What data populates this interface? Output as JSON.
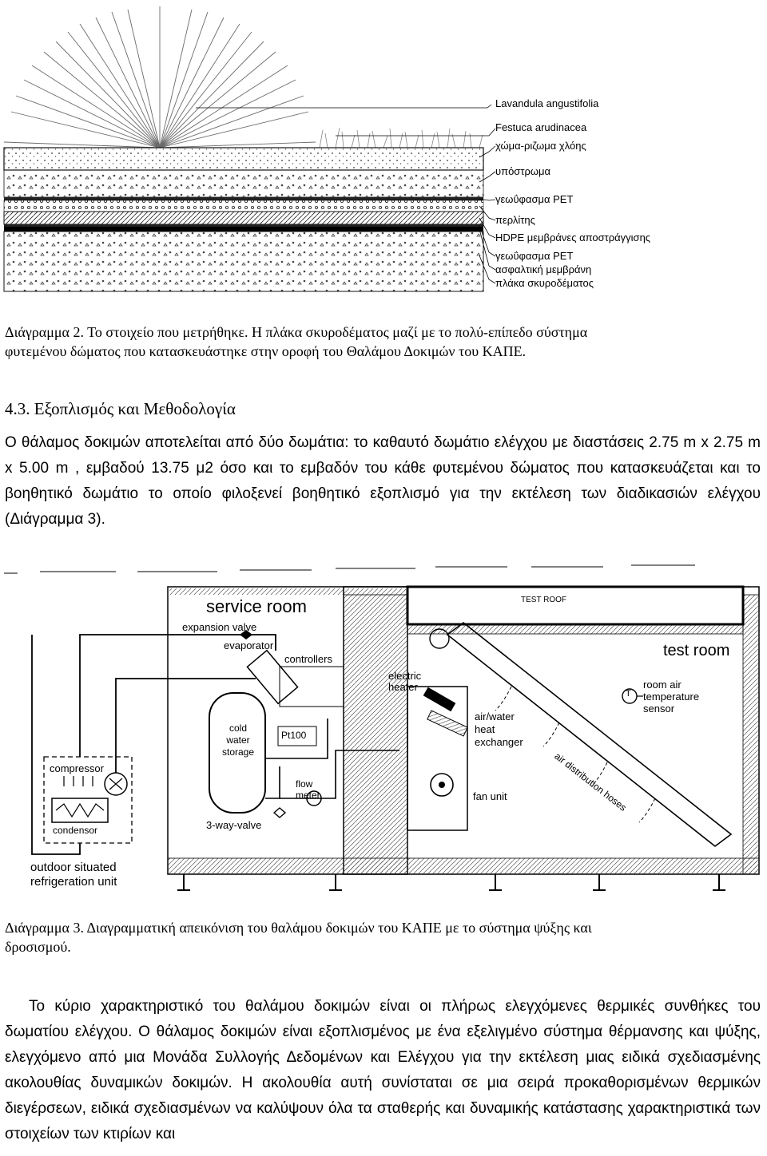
{
  "figure2": {
    "layers": [
      "Lavandula angustifolia",
      "Festuca arudinacea",
      "χώμα-ριζωμα χλόης",
      "υπόστρωμα",
      "γεωΰφασμα PET",
      "περλίτης",
      "HDPE μεμβράνες αποστράγγισης",
      "γεωΰφασμα PET",
      "ασφαλτική μεμβράνη",
      "πλάκα σκυροδέματος"
    ]
  },
  "caption2": {
    "line1": "Διάγραμμα 2. Το στοιχείο που μετρήθηκε. Η πλάκα σκυροδέματος μαζί με το πολύ-επίπεδο σύστημα",
    "line2": "φυτεμένου δώματος που κατασκευάστηκε στην οροφή του Θαλάμου Δοκιμών του ΚΑΠΕ."
  },
  "section": {
    "heading": "4.3. Εξοπλισμός και Μεθοδολογία",
    "paragraph": "Ο θάλαμος δοκιμών αποτελείται από δύο δωμάτια: το καθαυτό δωμάτιο ελέγχου με διαστάσεις 2.75 m x 2.75 m x 5.00 m , εμβαδού 13.75 μ2 όσο και το εμβαδόν του κάθε φυτεμένου δώματος που κατασκευάζεται και το βοηθητικό δωμάτιο το οποίο φιλοξενεί βοηθητικό εξοπλισμό για την εκτέλεση των διαδικασιών ελέγχου (Διάγραμμα 3)."
  },
  "figure3": {
    "service_room": "service room",
    "test_room": "test room",
    "test_roof": "TEST ROOF",
    "expansion_valve": "expansion valve",
    "evaporator": "evaporator",
    "controllers": "controllers",
    "electric_heater_1": "electric",
    "electric_heater_2": "heater",
    "cold_water_1": "cold",
    "cold_water_2": "water",
    "cold_water_3": "storage",
    "pt100": "Pt100",
    "flow_meter_1": "flow",
    "flow_meter_2": "meter",
    "three_way_valve": "3-way-valve",
    "compressor": "compressor",
    "condensor": "condensor",
    "air_water_1": "air/water",
    "air_water_2": "heat",
    "air_water_3": "exchanger",
    "fan_unit": "fan unit",
    "air_distribution": "air distribution hoses",
    "room_air_1": "room air",
    "room_air_2": "temperature",
    "room_air_3": "sensor",
    "sensor_symbol": "T",
    "outdoor_1": "outdoor situated",
    "outdoor_2": "refrigeration unit"
  },
  "caption3": {
    "line1": "Διάγραμμα 3. Διαγραμματική απεικόνιση του θαλάμου δοκιμών του ΚΑΠΕ με το σύστημα ψύξης και",
    "line2": "δροσισμού."
  },
  "final": {
    "paragraph": "Το κύριο χαρακτηριστικό του θαλάμου δοκιμών είναι οι πλήρως ελεγχόμενες θερμικές συνθήκες του δωματίου ελέγχου. Ο θάλαμος δοκιμών είναι εξοπλισμένος με ένα εξελιγμένο σύστημα θέρμανσης και ψύξης, ελεγχόμενο από μια Μονάδα Συλλογής Δεδομένων και Ελέγχου για την εκτέλεση μιας ειδικά σχεδιασμένης ακολουθίας δυναμικών δοκιμών. Η ακολουθία αυτή συνίσταται σε μια σειρά προκαθορισμένων θερμικών διεγέρσεων, ειδικά σχεδιασμένων να καλύψουν όλα τα σταθερής και δυναμικής κατάστασης χαρακτηριστικά των στοιχείων των κτιρίων και"
  }
}
